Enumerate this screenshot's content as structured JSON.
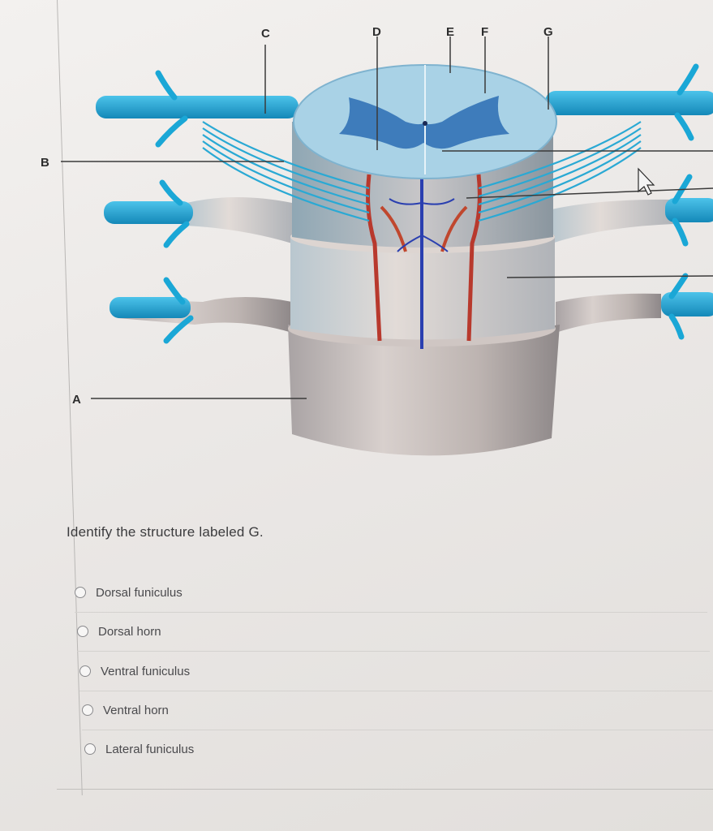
{
  "diagram": {
    "labels": {
      "a": "A",
      "b": "B",
      "c": "C",
      "d": "D",
      "e": "E",
      "f": "F",
      "g": "G"
    }
  },
  "question": {
    "prompt": "Identify the structure labeled G.",
    "options": [
      {
        "label": "Dorsal funiculus"
      },
      {
        "label": "Dorsal horn"
      },
      {
        "label": "Ventral funiculus"
      },
      {
        "label": "Ventral horn"
      },
      {
        "label": "Lateral funiculus"
      }
    ]
  },
  "colors": {
    "nerve": "#1aa7d6",
    "white_matter": "#a9d2e6",
    "gray_matter": "#2f6fb5",
    "meninges": "#c7bcb6",
    "artery": "#c0392b"
  }
}
